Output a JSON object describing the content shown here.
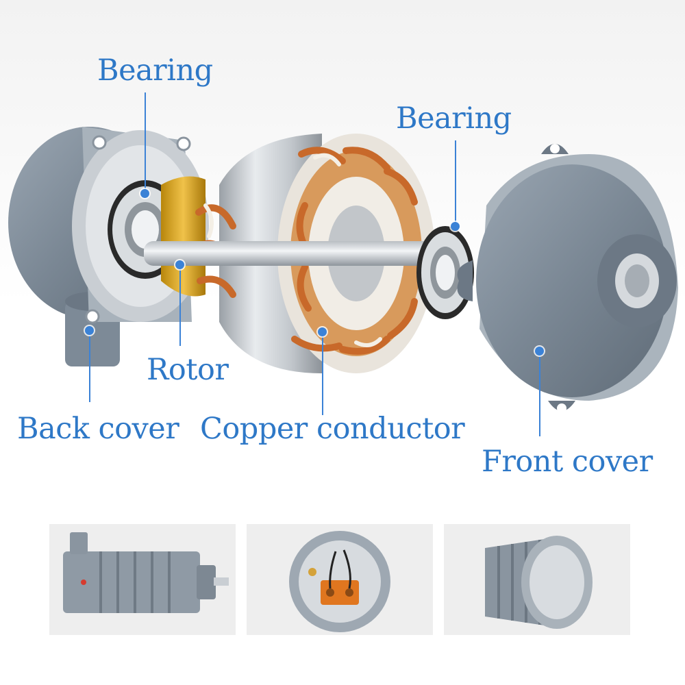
{
  "labels": {
    "bearing_left": "Bearing",
    "bearing_right": "Bearing",
    "rotor": "Rotor",
    "back_cover": "Back cover",
    "copper_conductor": "Copper conductor",
    "front_cover": "Front cover"
  },
  "colors": {
    "label_text": "#2e78c7",
    "leader_line": "#3b82d6",
    "cover_gray": "#7a8794",
    "copper": "#c8692a"
  },
  "thumbnails": [
    {
      "icon": "assembled-motor-side-view"
    },
    {
      "icon": "motor-terminal-box-view"
    },
    {
      "icon": "motor-housing-view"
    }
  ]
}
